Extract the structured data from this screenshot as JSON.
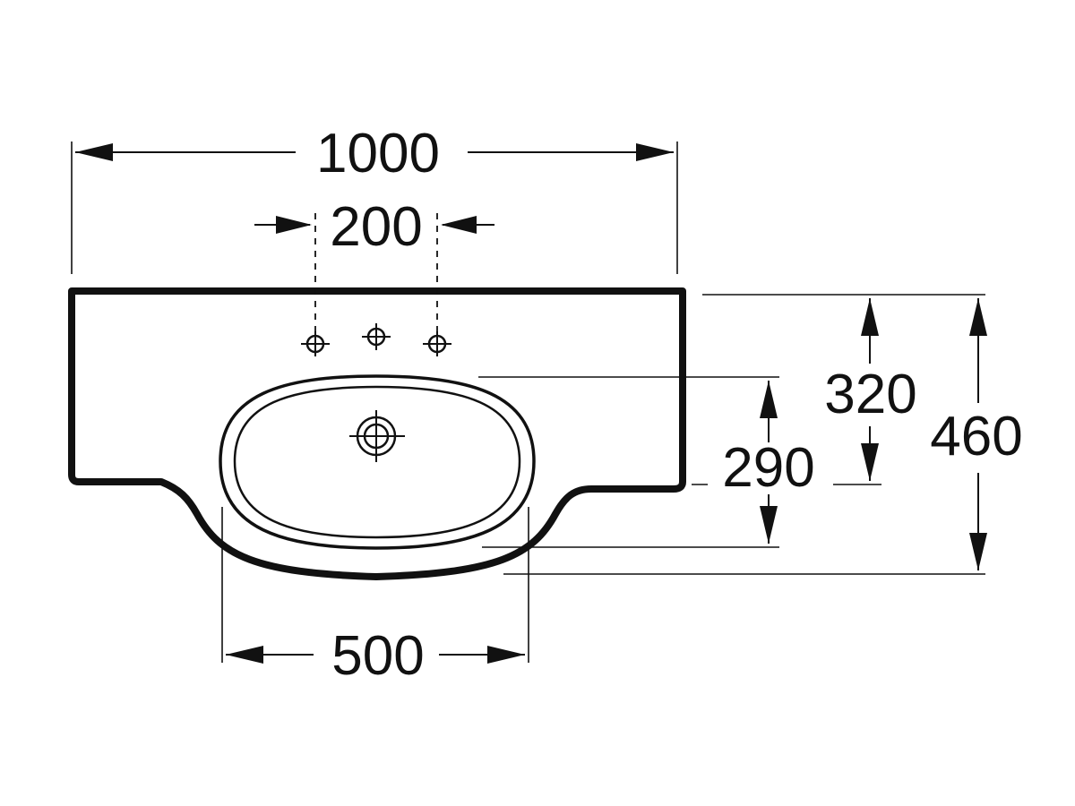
{
  "dimensions": {
    "overall_width": "1000",
    "tap_hole_spacing": "200",
    "bowl_width": "500",
    "top_to_bowl_edge": "320",
    "bowl_depth": "290",
    "overall_depth": "460"
  },
  "colors": {
    "line": "#111111",
    "background": "#ffffff"
  }
}
